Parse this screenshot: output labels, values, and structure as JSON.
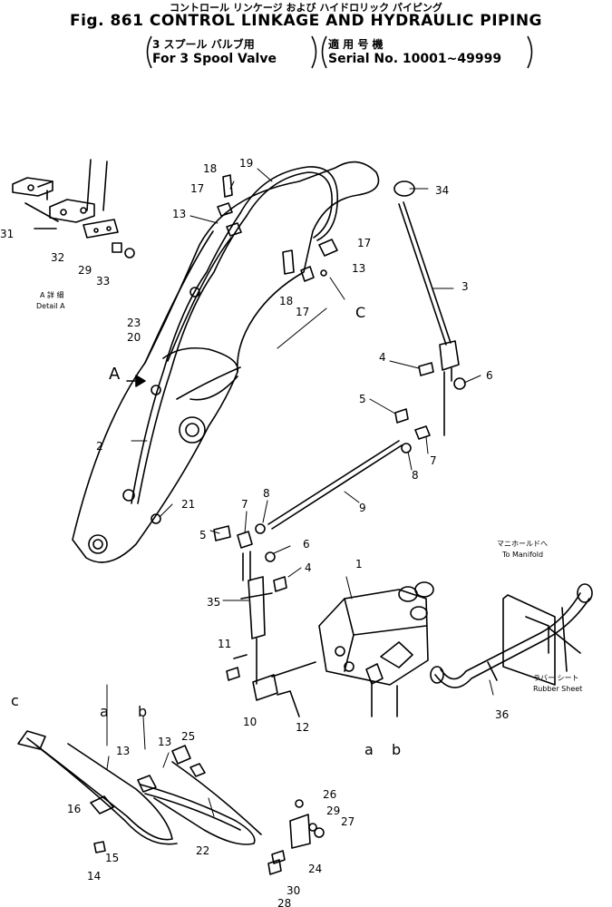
{
  "title": {
    "japanese": "コントロール リンケージ および ハイドロリック パイピング",
    "main": "Fig. 861 CONTROL LINKAGE AND HYDRAULIC PIPING"
  },
  "subtitle_left": {
    "japanese": "3 スプール バルブ用",
    "english": "For 3 Spool Valve"
  },
  "subtitle_right": {
    "japanese": "適 用 号 機",
    "english": "Serial No. 10001~49999"
  },
  "detail_note": {
    "japanese": "A 詳 細",
    "english": "Detail A"
  },
  "arrow_label": "A",
  "manifold_note": {
    "japanese": "マニホールドへ",
    "english": "To Manifold"
  },
  "rubber_note": {
    "japanese": "ラバー シート",
    "english": "Rubber Sheet"
  },
  "part_labels": [
    "1",
    "2",
    "3",
    "4",
    "5",
    "6",
    "7",
    "8",
    "9",
    "10",
    "11",
    "12",
    "13",
    "14",
    "15",
    "16",
    "17",
    "18",
    "19",
    "20",
    "21",
    "22",
    "23",
    "24",
    "25",
    "26",
    "27",
    "28",
    "29",
    "30",
    "31",
    "32",
    "33",
    "34",
    "35",
    "36"
  ],
  "connection_labels": {
    "a": "a",
    "b": "b",
    "c": "c",
    "C": "C"
  }
}
